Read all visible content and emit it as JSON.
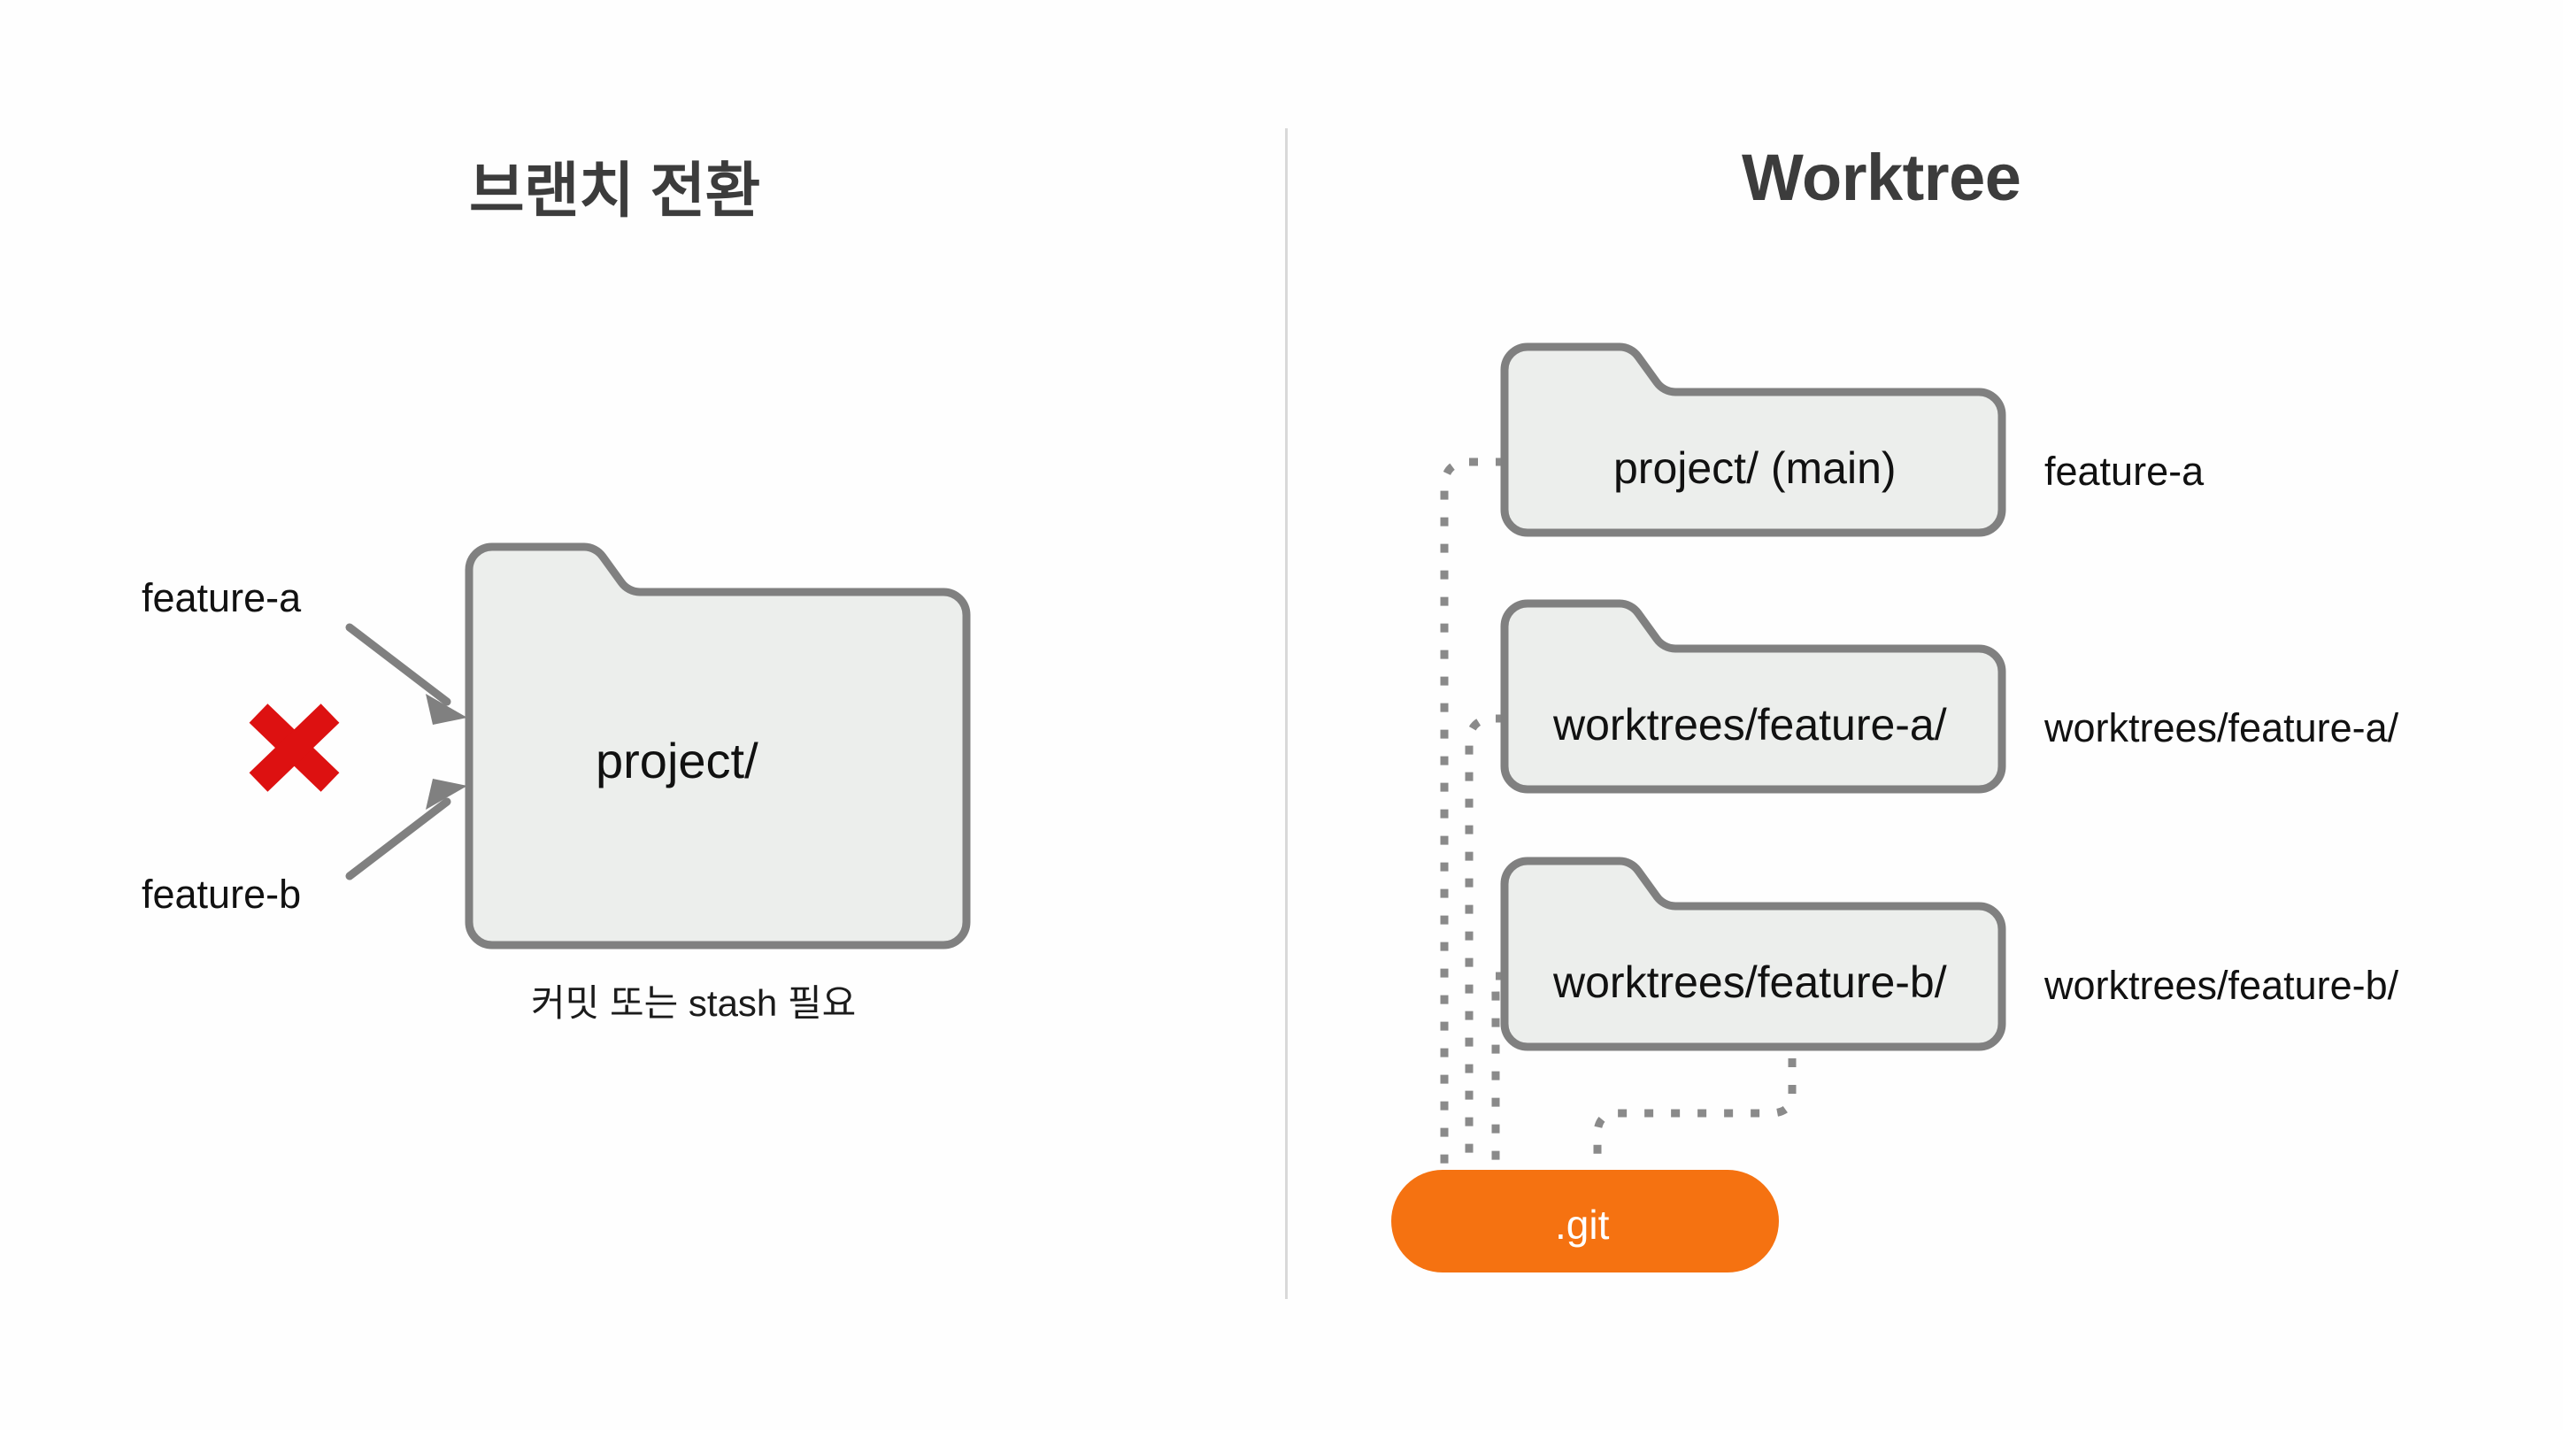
{
  "panels": {
    "left": {
      "title": "브랜치 전환",
      "folder_label": "project/",
      "caption": "커밋 또는 stash 필요",
      "branch_labels": [
        "feature-a",
        "feature-b"
      ],
      "blocked_icon": "red-x-icon"
    },
    "right": {
      "title": "Worktree",
      "folders": [
        {
          "label": "project/ (main)",
          "side_label": "feature-a"
        },
        {
          "label": "worktrees/feature-a/",
          "side_label": "worktrees/feature-a/"
        },
        {
          "label": "worktrees/feature-b/",
          "side_label": "worktrees/feature-b/"
        }
      ],
      "git_store": {
        "label": ".git"
      }
    }
  },
  "colors": {
    "title_text": "#3c3c3c",
    "body_text": "#111111",
    "folder_fill": "#eceeec",
    "folder_stroke": "#808080",
    "arrow": "#808080",
    "blocked": "#dd1111",
    "git_pill": "#f57211",
    "git_pill_text": "#ffffff",
    "divider": "#d9d9d9",
    "connector": "#8a8a8a",
    "background": "#fefefe"
  }
}
